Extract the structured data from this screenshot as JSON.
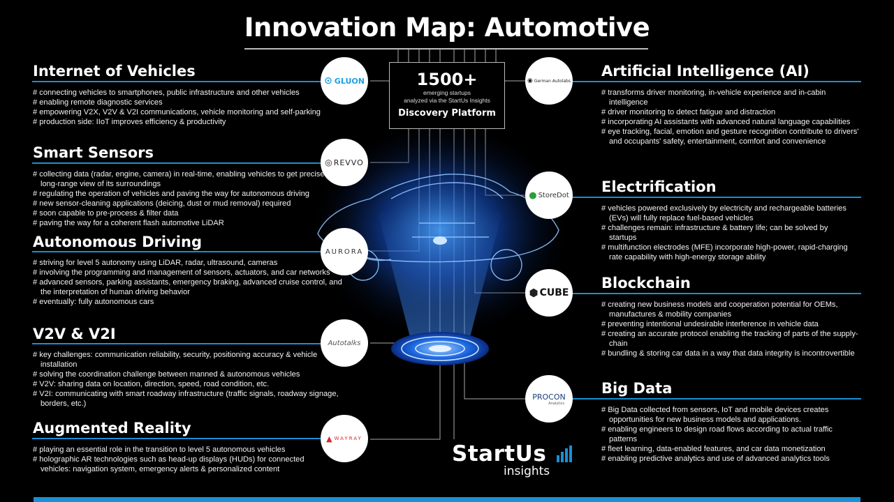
{
  "title": "Innovation Map: Automotive",
  "center": {
    "count": "1500+",
    "line1": "emerging startups",
    "line2": "analyzed via the StartUs Insights",
    "platform": "Discovery Platform"
  },
  "sections": {
    "iov": {
      "title": "Internet of Vehicles",
      "logo": "GLUON",
      "bullets": [
        "connecting vehicles to smartphones, public infrastructure and other vehicles",
        "enabling remote diagnostic services",
        "empowering V2X, V2V & V2I communications, vehicle monitoring and self-parking",
        "production side: IIoT improves efficiency & productivity"
      ]
    },
    "sensors": {
      "title": "Smart Sensors",
      "logo": "REVVO",
      "bullets": [
        "collecting data (radar, engine, camera) in real-time, enabling vehicles to get precise & long-range view of its surroundings",
        "regulating the operation of vehicles and paving the way for autonomous driving",
        "new sensor-cleaning applications (deicing, dust or mud removal) required",
        "soon capable to pre-process & filter data",
        "paving the way for a coherent flash automotive LiDAR"
      ]
    },
    "autonomous": {
      "title": "Autonomous Driving",
      "logo": "AURORA",
      "bullets": [
        "striving for level 5 autonomy using LiDAR, radar, ultrasound, cameras",
        "involving the programming and management of sensors, actuators, and car networks",
        "advanced sensors, parking assistants, emergency braking, advanced cruise control, and the interpretation of human driving behavior",
        "eventually: fully autonomous cars"
      ]
    },
    "v2v": {
      "title": "V2V & V2I",
      "logo": "Autotalks",
      "bullets": [
        "key challenges: communication reliability, security, positioning accuracy & vehicle installation",
        "solving the coordination challenge between manned & autonomous vehicles",
        "V2V: sharing data on location, direction, speed, road condition, etc.",
        "V2I: communicating with smart roadway infrastructure (traffic signals, roadway signage, borders, etc.)"
      ]
    },
    "ar": {
      "title": "Augmented Reality",
      "logo": "WAYRAY",
      "bullets": [
        "playing an essential role in the transition to level 5 autonomous  vehicles",
        "holographic AR technologies such as head-up displays (HUDs) for connected vehicles: navigation system, emergency alerts & personalized content"
      ]
    },
    "ai": {
      "title": "Artificial Intelligence (AI)",
      "logo": "German Autolabs",
      "bullets": [
        "transforms driver monitoring, in-vehicle experience and in-cabin intelligence",
        "driver monitoring to detect fatigue and distraction",
        "incorporating AI assistants with advanced natural language capabilities",
        "eye tracking, facial, emotion and gesture recognition contribute to drivers' and occupants' safety, entertainment, comfort and convenience"
      ]
    },
    "electrification": {
      "title": "Electrification",
      "logo": "StoreDot",
      "bullets": [
        "vehicles powered exclusively by electricity and rechargeable batteries (EVs) will fully replace fuel-based vehicles",
        "challenges remain: infrastructure & battery life; can be solved by startups",
        "multifunction electrodes (MFE) incorporate high-power, rapid-charging rate capability with high-energy storage ability"
      ]
    },
    "blockchain": {
      "title": "Blockchain",
      "logo": "CUBE",
      "bullets": [
        "creating new business models and cooperation potential for OEMs, manufactures & mobility companies",
        "preventing intentional undesirable interference in vehicle data",
        "creating an accurate protocol enabling the tracking of parts of the supply-chain",
        "bundling & storing car data in a way that data integrity is incontrovertible"
      ]
    },
    "bigdata": {
      "title": "Big Data",
      "logo": "PROCON",
      "logo_sub": "Analytics",
      "bullets": [
        "Big Data collected from sensors, IoT and mobile devices creates opportunities for new business models and applications.",
        "enabling engineers to design road flows according to actual traffic patterns",
        "fleet learning, data-enabled features, and car data monetization",
        "enabling predictive analytics and use of advanced analytics tools"
      ]
    }
  },
  "brand": {
    "name": "StartUs",
    "sub": "insights"
  },
  "colors": {
    "accent": "#1a8fd6",
    "background": "#000000",
    "glow": "#2f7bff"
  },
  "icons": [
    "car-hologram-image",
    "bar-chart-icon"
  ]
}
